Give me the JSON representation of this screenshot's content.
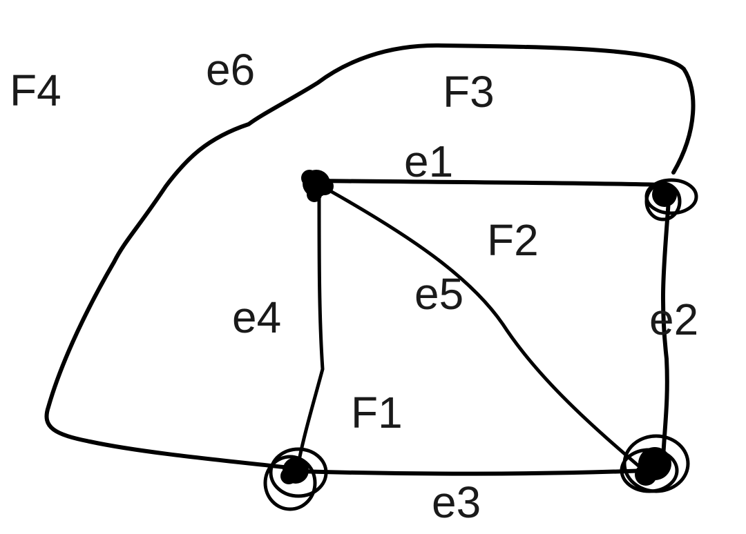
{
  "diagram": {
    "faces": [
      {
        "id": "F1",
        "label": "F1"
      },
      {
        "id": "F2",
        "label": "F2"
      },
      {
        "id": "F3",
        "label": "F3"
      },
      {
        "id": "F4",
        "label": "F4"
      }
    ],
    "edges": [
      {
        "id": "e1",
        "label": "e1"
      },
      {
        "id": "e2",
        "label": "e2"
      },
      {
        "id": "e3",
        "label": "e3"
      },
      {
        "id": "e4",
        "label": "e4"
      },
      {
        "id": "e5",
        "label": "e5"
      },
      {
        "id": "e6",
        "label": "e6"
      }
    ],
    "stroke_color": "#000000",
    "text_color": "#1a1a1a"
  }
}
